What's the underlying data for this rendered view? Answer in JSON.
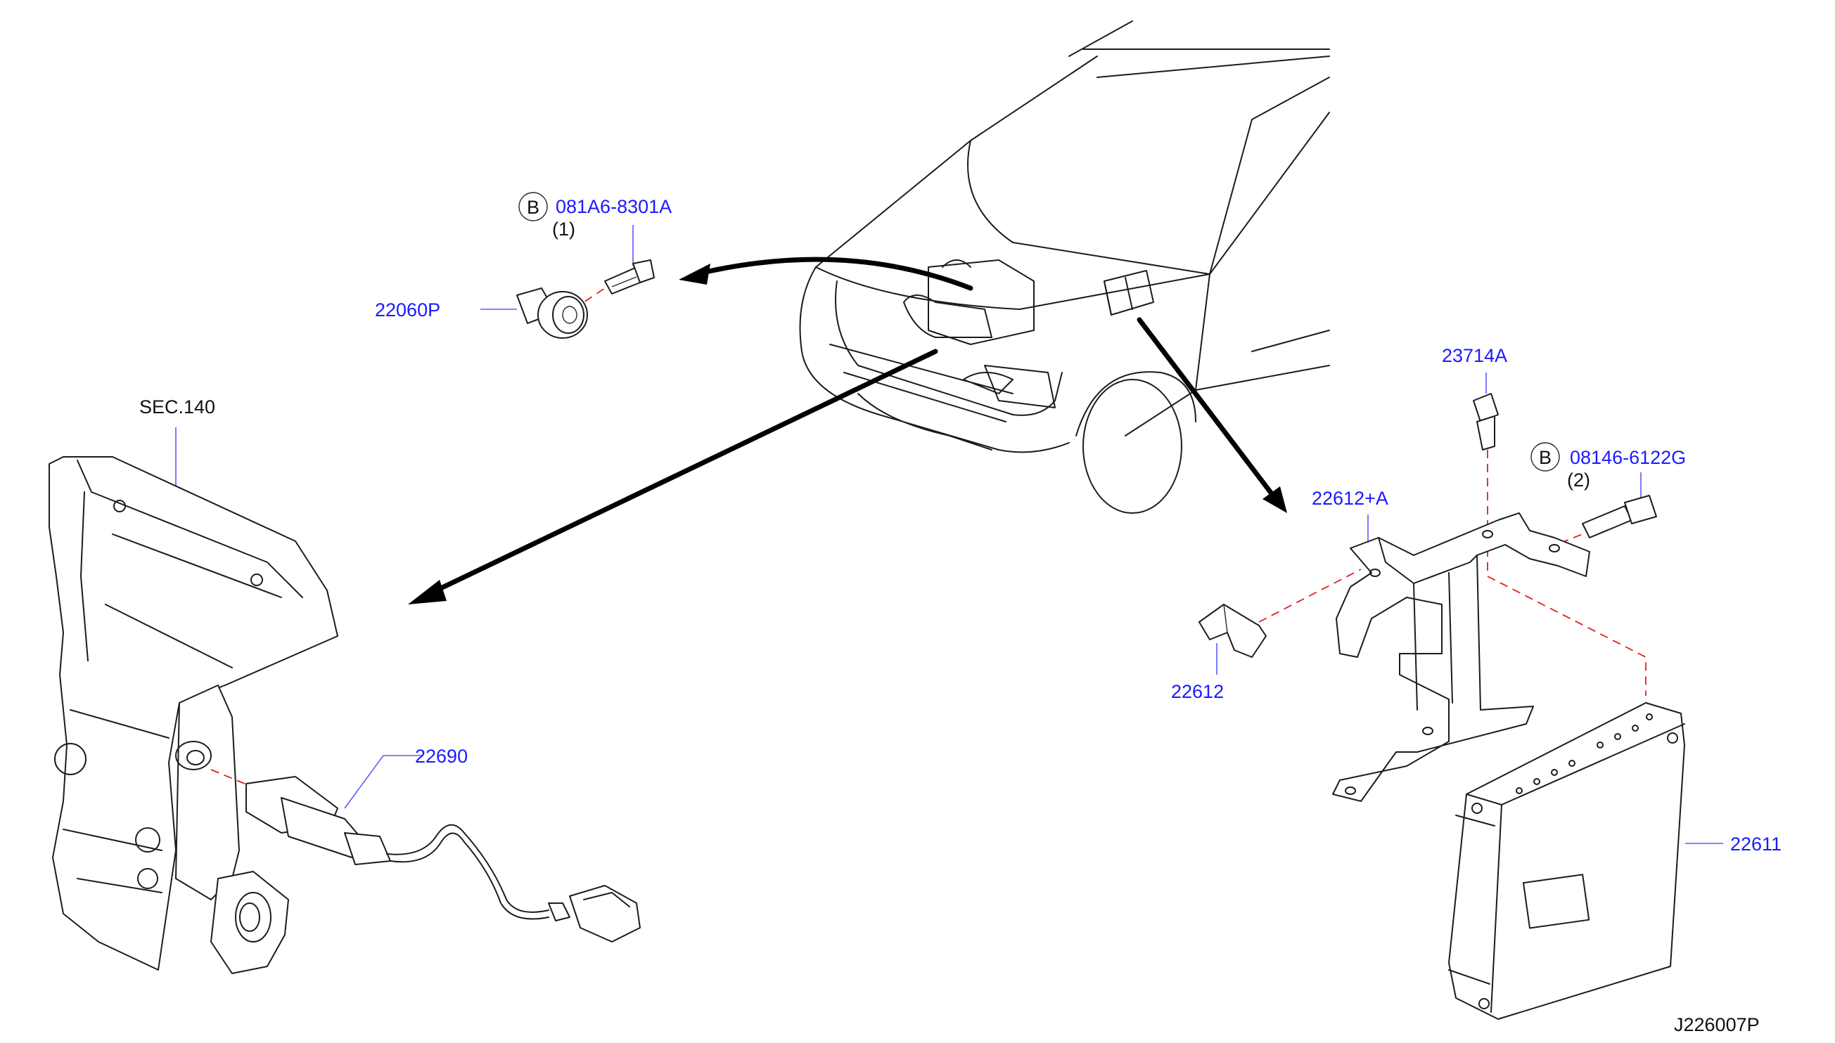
{
  "drawing_id": "J226007P",
  "parts": {
    "knock_sensor": "22060P",
    "bolt_knock": "081A6-8301A",
    "bolt_knock_qty": "(1)",
    "section_ref": "SEC.140",
    "oxygen_sensor": "22690",
    "bracket_bolt": "23714A",
    "bolt_ecm": "08146-6122G",
    "bolt_ecm_qty": "(2)",
    "bracket": "22612+A",
    "clip": "22612",
    "ecm": "22611"
  },
  "bolt_prefix": "B"
}
